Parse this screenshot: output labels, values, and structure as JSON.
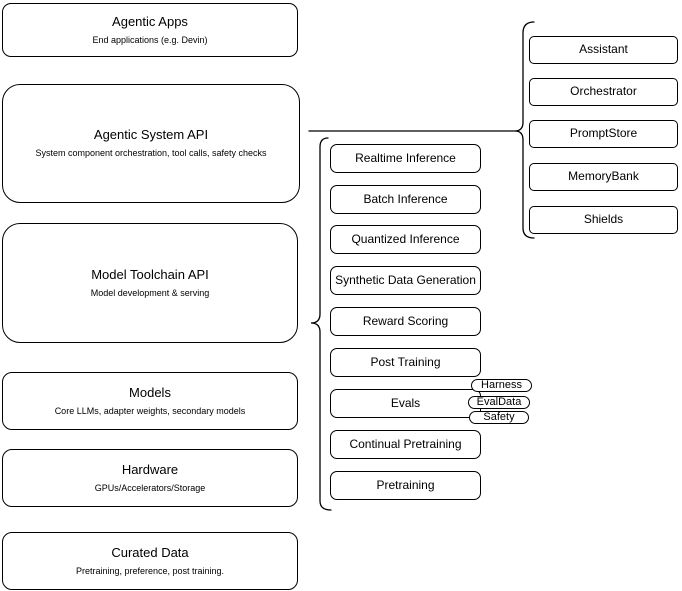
{
  "stack": {
    "boxes": [
      {
        "title": "Agentic Apps",
        "subtitle": "End applications (e.g. Devin)"
      },
      {
        "title": "Agentic System API",
        "subtitle": "System component orchestration, tool calls, safety checks"
      },
      {
        "title": "Model Toolchain API",
        "subtitle": "Model development & serving"
      },
      {
        "title": "Models",
        "subtitle": "Core LLMs, adapter weights, secondary models"
      },
      {
        "title": "Hardware",
        "subtitle": "GPUs/Accelerators/Storage"
      },
      {
        "title": "Curated Data",
        "subtitle": "Pretraining, preference, post training."
      }
    ]
  },
  "toolchain": {
    "items": [
      "Realtime Inference",
      "Batch Inference",
      "Quantized Inference",
      "Synthetic Data Generation",
      "Reward Scoring",
      "Post Training",
      "Evals",
      "Continual Pretraining",
      "Pretraining"
    ],
    "eval_tags": [
      "Harness",
      "EvalData",
      "Safety"
    ]
  },
  "system": {
    "items": [
      "Assistant",
      "Orchestrator",
      "PromptStore",
      "MemoryBank",
      "Shields"
    ]
  },
  "colors": {
    "stroke": "#000000",
    "fill": "#ffffff",
    "text": "#000000",
    "background": "#ffffff"
  }
}
